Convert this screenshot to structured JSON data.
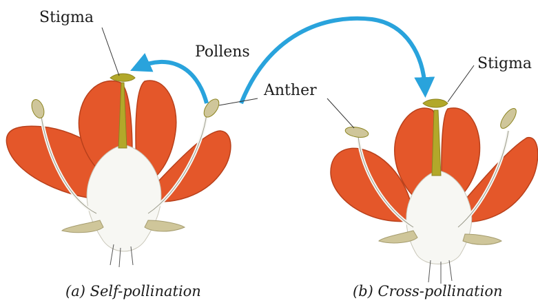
{
  "labels": {
    "stigma_left": "Stigma",
    "pollens": "Pollens",
    "anther": "Anther",
    "stigma_right": "Stigma"
  },
  "captions": {
    "self": "(a) Self-pollination",
    "cross": "(b) Cross-pollination"
  },
  "colors": {
    "petal": "#e4572a",
    "petal_dark": "#b8401b",
    "stigma": "#b2a82a",
    "anther": "#cfc69a",
    "arrow": "#29a3dc",
    "base": "#f7f7f3"
  }
}
